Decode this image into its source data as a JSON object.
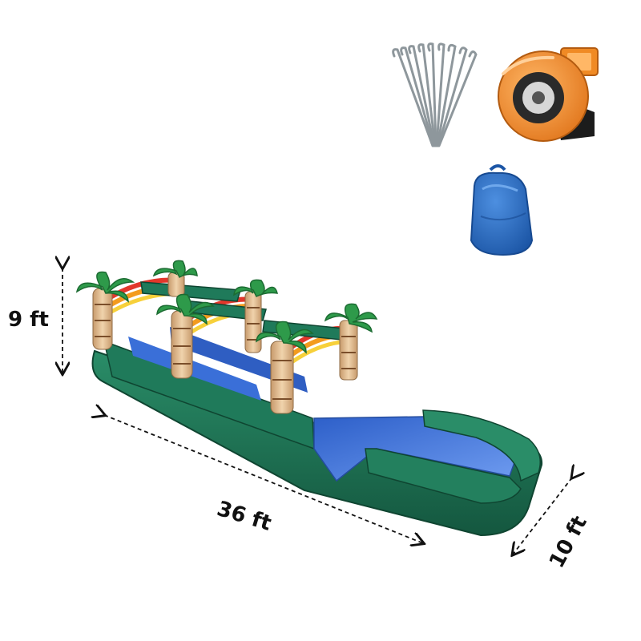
{
  "dimensions": {
    "height": "9 ft",
    "length": "36 ft",
    "width": "10 ft"
  },
  "items": [
    {
      "name": "stakes-icon"
    },
    {
      "name": "blower-icon"
    },
    {
      "name": "storage-bag-icon"
    },
    {
      "name": "water-slide-icon"
    }
  ],
  "colors": {
    "slide_green": "#1f7a5a",
    "slide_green_dark": "#14573f",
    "pool_blue": "#3a6fd8",
    "pool_blue_light": "#6f9cf0",
    "palm_trunk": "#d9b48a",
    "palm_leaf": "#2e9a4a",
    "rainbow_red": "#e2372b",
    "rainbow_orange": "#f39b1e",
    "rainbow_yellow": "#f7d03a",
    "blower_orange": "#f08a24",
    "bag_blue": "#2a6fc4",
    "stake_gray": "#9aa3a8"
  }
}
